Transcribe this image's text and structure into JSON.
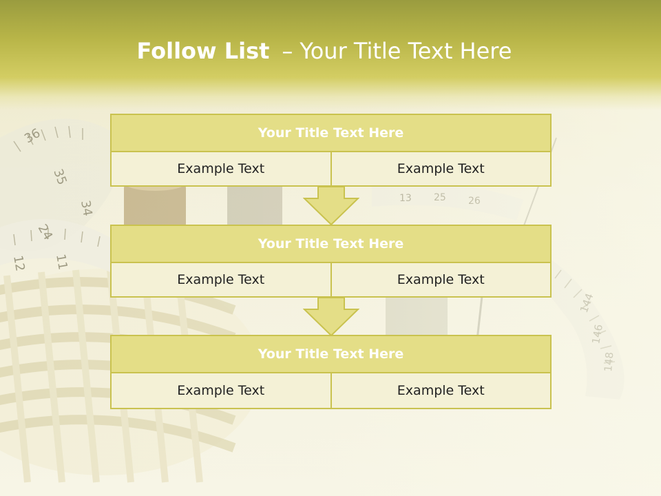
{
  "slide": {
    "title_bold": "Follow List",
    "title_separator": "–",
    "title_rest": "Your Title Text Here"
  },
  "blocks": [
    {
      "title": "Your Title Text Here",
      "cells": [
        "Example Text",
        "Example Text"
      ]
    },
    {
      "title": "Your Title Text Here",
      "cells": [
        "Example Text",
        "Example Text"
      ]
    },
    {
      "title": "Your Title Text Here",
      "cells": [
        "Example Text",
        "Example Text"
      ]
    }
  ],
  "background": {
    "tape_numbers": [
      "36",
      "35",
      "34",
      "24",
      "12",
      "11",
      "144",
      "146",
      "148",
      "13",
      "25",
      "26"
    ]
  },
  "colors": {
    "title_band": "#b8b548",
    "block_header": "#e4de87",
    "block_border": "#c9c24f",
    "block_row": "#f4f1d6",
    "arrow_fill": "#e4de87"
  }
}
